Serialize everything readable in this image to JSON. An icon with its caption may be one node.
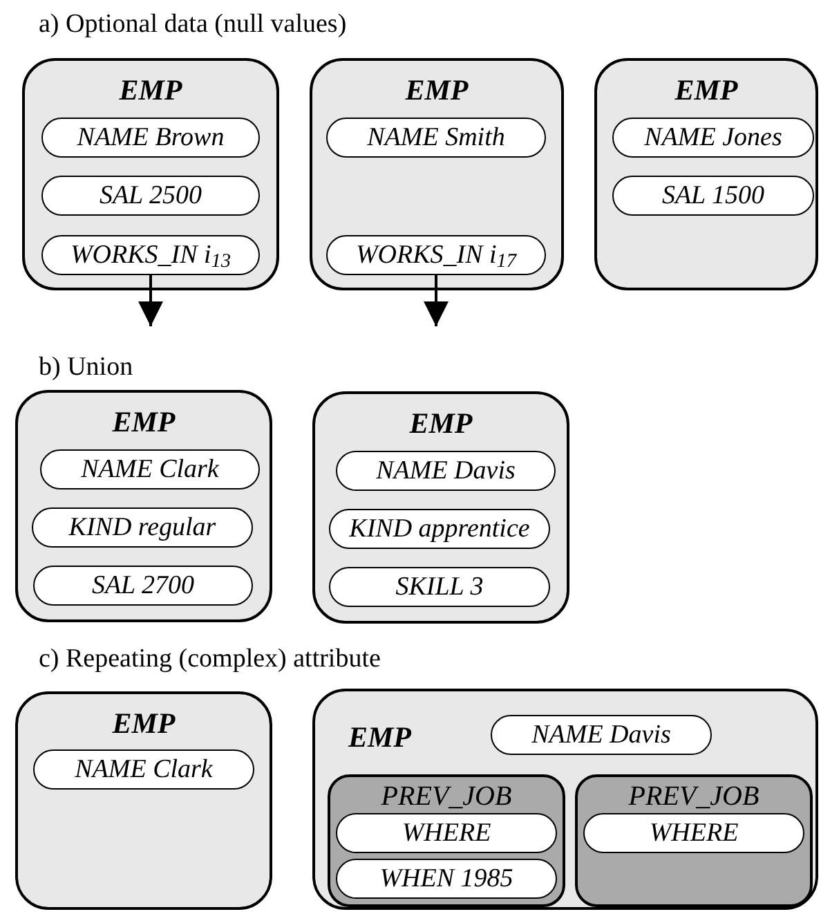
{
  "diagram": {
    "nodes": [
      {
        "text": [
          "EMP"
        ]
      },
      {
        "text": [
          "NAME Brown"
        ],
        "in": 0
      },
      {
        "text": [
          "SAL 2500"
        ],
        "in": 0
      },
      {
        "text": [
          "WORKS_IN i$_{13}$"
        ],
        "in": 0
      },
      {
        "text": [
          "EMP"
        ]
      },
      {
        "text": [
          "NAME Smith"
        ],
        "in": 4
      },
      {
        "text": [
          "WORKS_IN i$_{17}$"
        ],
        "in": 4
      },
      {
        "text": [
          "EMP"
        ]
      },
      {
        "text": [
          "NAME Jones"
        ],
        "in": 7
      },
      {
        "text": [
          "SAL 1500"
        ],
        "in": 7
      },
      {
        "text": [
          "EMP"
        ]
      },
      {
        "text": [
          "NAME Clark"
        ],
        "in": 10
      },
      {
        "text": [
          "KIND regular"
        ],
        "in": 10
      },
      {
        "text": [
          "SAL 2700"
        ],
        "in": 10
      },
      {
        "text": [
          "EMP"
        ]
      },
      {
        "text": [
          "NAME Davis"
        ],
        "in": 14
      },
      {
        "text": [
          "KIND apprentice"
        ],
        "in": 14
      },
      {
        "text": [
          "SKILL 3"
        ],
        "in": 14
      },
      {
        "text": [
          "EMP"
        ]
      },
      {
        "text": [
          "NAME Clark"
        ],
        "in": 18
      },
      {
        "text": [
          "EMP"
        ]
      },
      {
        "text": [
          "NAME Davis"
        ],
        "in": 20
      },
      {
        "text": [
          "PREV_JOB"
        ],
        "in": 20
      },
      {
        "text": [
          "WHERE"
        ],
        "in": 22
      },
      {
        "text": [
          "WHEN 1985"
        ],
        "in": 22
      },
      {
        "text": [
          "PREV_JOB"
        ],
        "in": 20
      },
      {
        "text": [
          "WHERE"
        ],
        "in": 25
      }
    ],
    "edges": [
      {
        "from": 3,
        "to": null,
        "arrow": "to"
      },
      {
        "from": 6,
        "to": null,
        "arrow": "to"
      }
    ],
    "labels": [
      "a) Optional data (null values)",
      "b) Union",
      "c) Repeating (complex) attribute"
    ]
  }
}
